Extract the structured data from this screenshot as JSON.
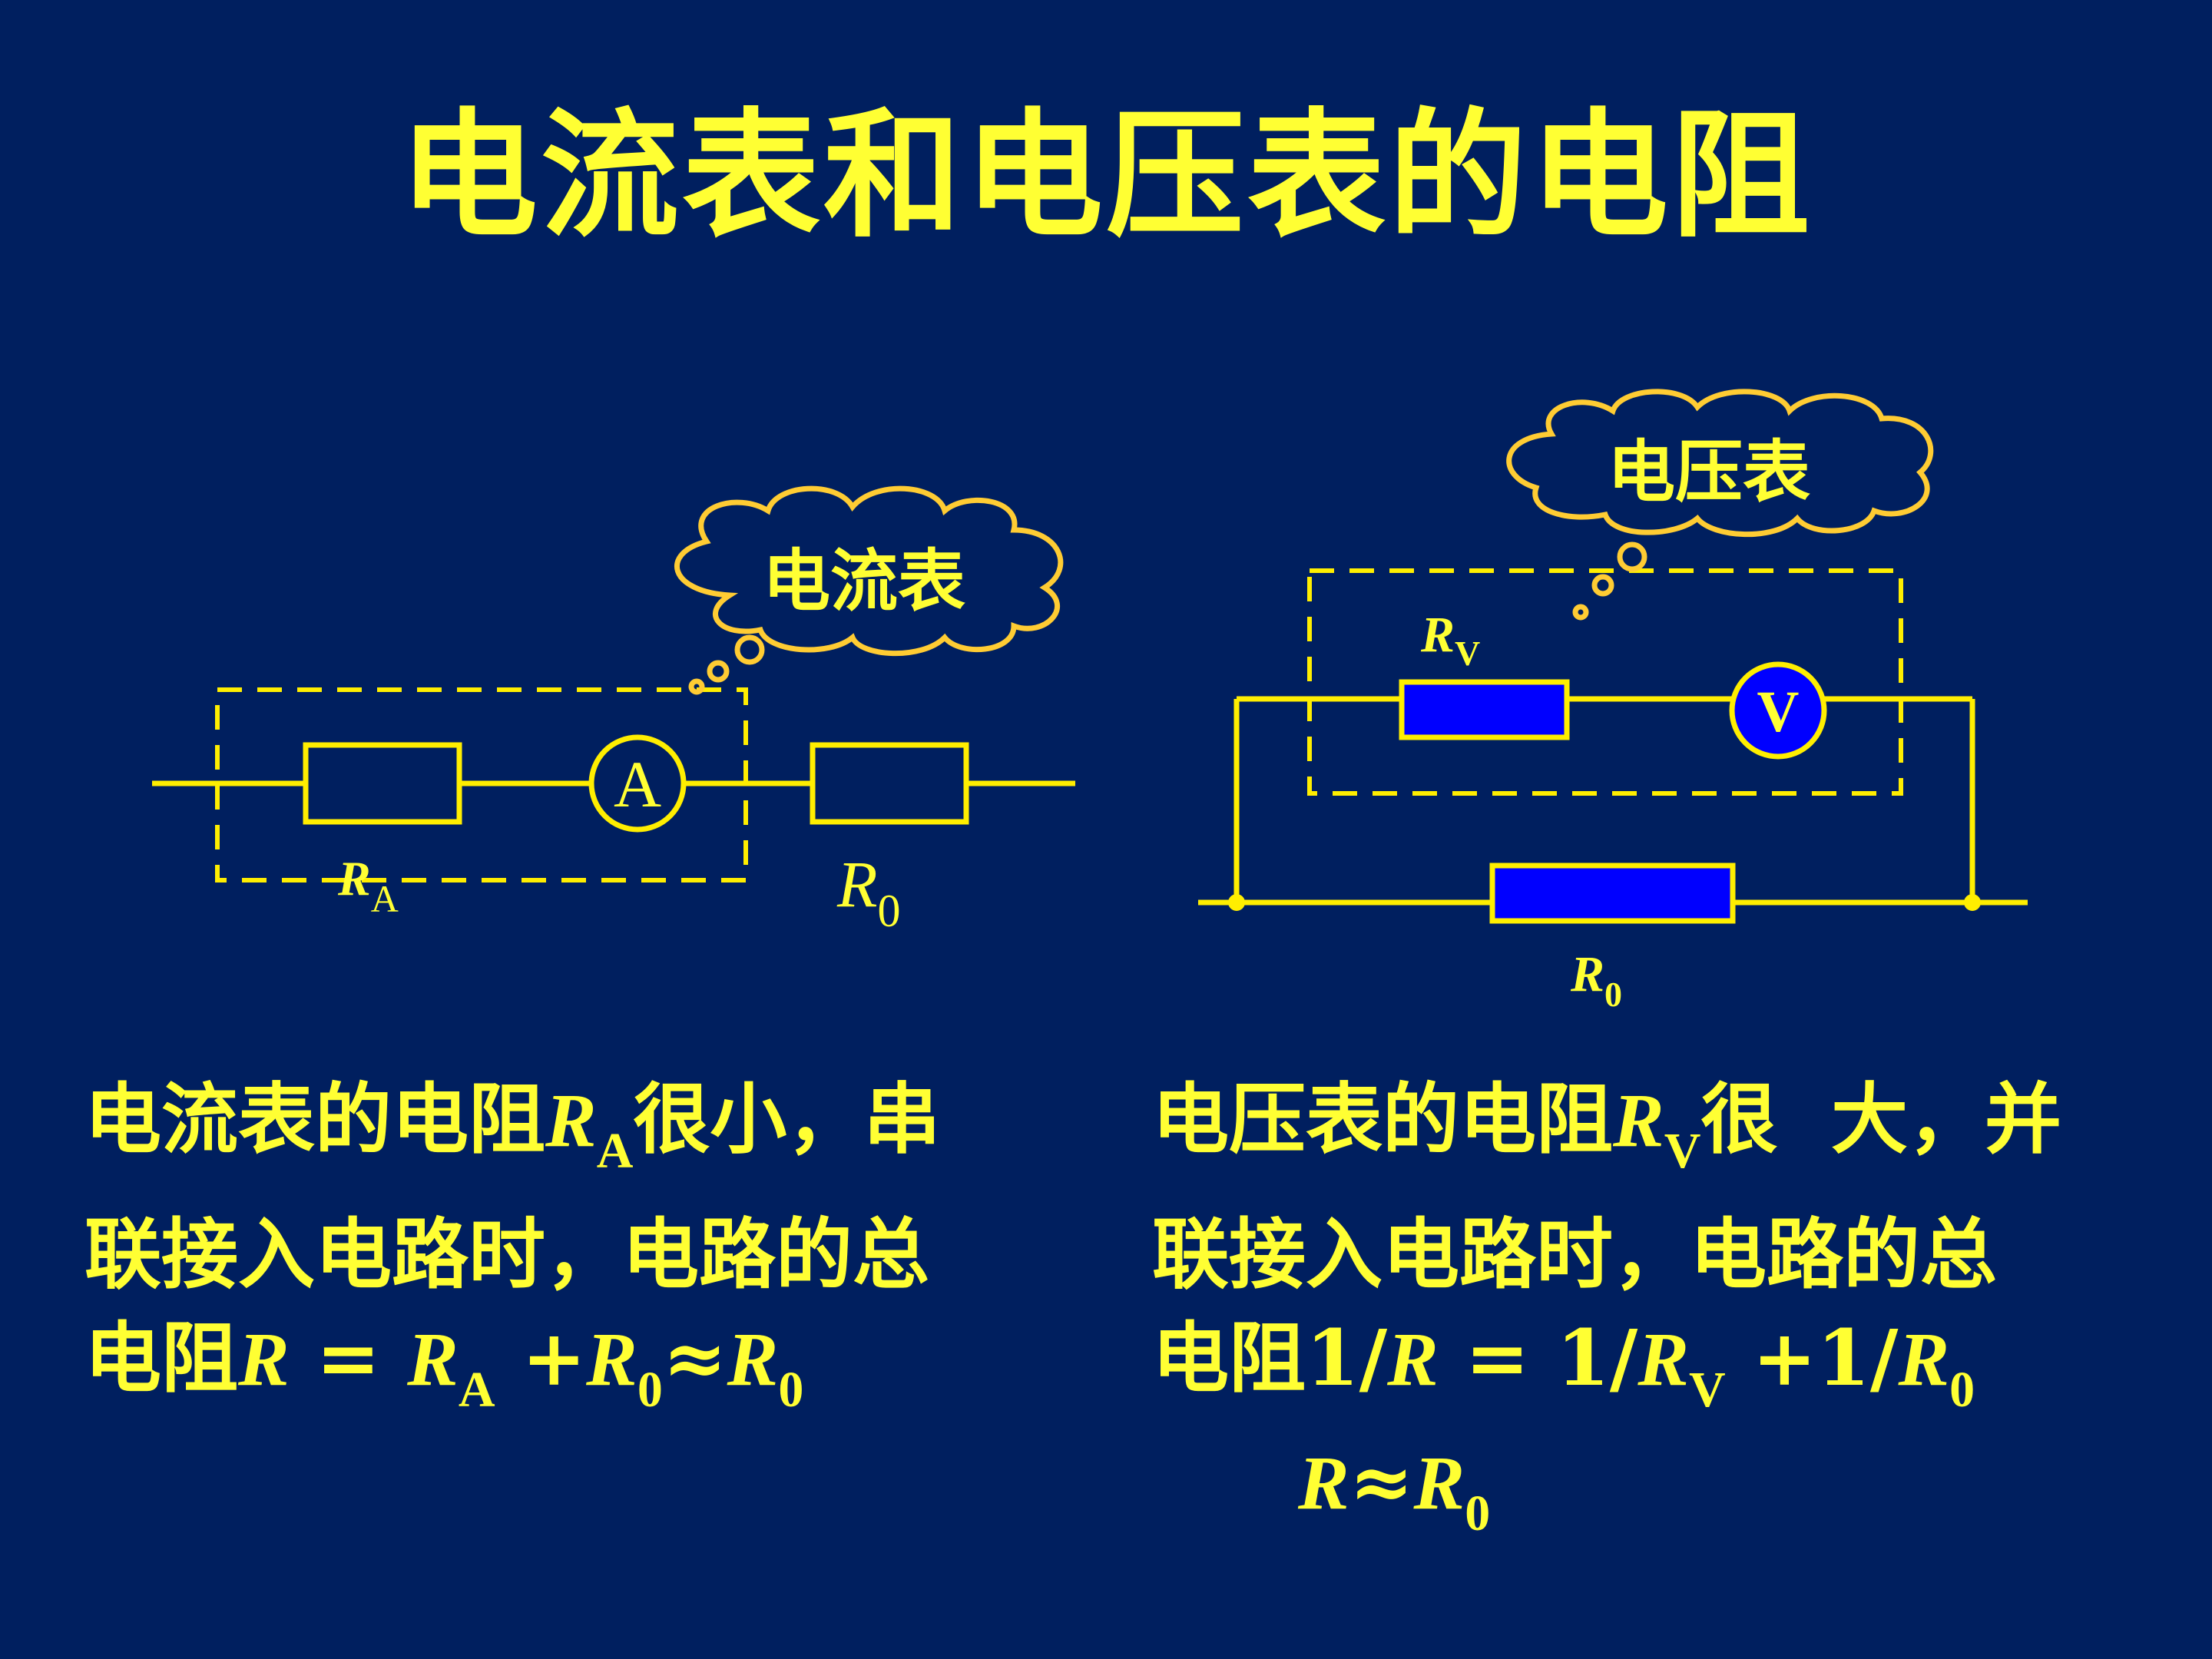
{
  "title": "电流表和电压表的电阻",
  "left_circuit": {
    "cloud_label": "电流表",
    "meter_symbol": "A",
    "ra_label": {
      "main": "R",
      "sub": "A"
    },
    "r0_label": {
      "main": "R",
      "sub": "0"
    }
  },
  "right_circuit": {
    "cloud_label": "电压表",
    "meter_symbol": "V",
    "rv_label": {
      "main": "R",
      "sub": "V"
    },
    "r0_label": {
      "main": "R",
      "sub": "0"
    }
  },
  "left_text": {
    "line1": {
      "pre": "电流表的电阻",
      "var": "R",
      "sub": "A",
      "post": "很小，串"
    },
    "line2": "联接入电路时，电路的总",
    "line3": {
      "pre": "电阻",
      "r": "R",
      "eq": " = ",
      "ra": "R",
      "ra_sub": "A",
      "plus": " +",
      "r0": "R",
      "r0_sub": "0",
      "approx": "≈",
      "r0b": "R",
      "r0b_sub": "0"
    }
  },
  "right_text": {
    "line1": {
      "pre": "电压表的电阻",
      "var": "R",
      "sub": "V",
      "post": "很  大，并"
    },
    "line2": "联接入电路时，电路的总",
    "line3": {
      "pre": "电阻1/",
      "r": "R",
      "eq": " = 1/",
      "rv": "R",
      "rv_sub": "V",
      "plus": " +1/",
      "r0": "R",
      "r0_sub": "0"
    },
    "approx": {
      "r": "R",
      "sym": "≈",
      "r0": "R",
      "r0_sub": "0"
    }
  },
  "colors": {
    "background": "#001f5f",
    "yellow": "#ffff33",
    "wire": "#ffee00",
    "cloud": "#ffcc33",
    "blue_fill": "#0000ff"
  }
}
